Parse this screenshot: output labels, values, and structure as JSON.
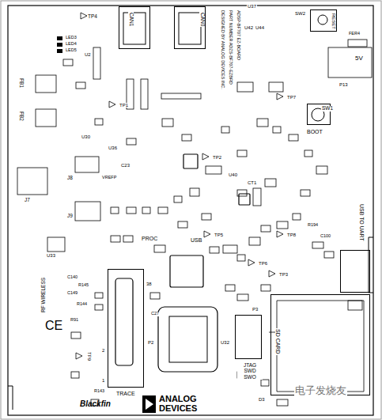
{
  "diagram": {
    "nodes": [
      {
        "text": [
          "CAN1"
        ]
      },
      {
        "text": [
          "CAN0"
        ]
      },
      {
        "text": [
          "RESET"
        ]
      },
      {
        "text": [
          "SW1",
          "BOOT"
        ]
      },
      {
        "text": [
          "USB TO UART"
        ]
      },
      {
        "text": [
          "SD CARD"
        ]
      },
      {
        "text": [
          "JTAG SWD SWO"
        ]
      },
      {
        "text": [
          "TRACE"
        ]
      }
    ],
    "labels": [
      "TP4",
      "LED3",
      "LED4",
      "LED5",
      "U2",
      "ADSP-BF707 EZ-BOARD",
      "PART NUMBER ADZS-BF707-EZBRD",
      "DESIGNED BY ANALOG DEVICES INC.",
      "U37",
      "SW2",
      "U42",
      "U44",
      "FB1",
      "FB2",
      "5V",
      "P13",
      "FER4",
      "U30",
      "U36",
      "C23",
      "J7",
      "J8",
      "VREFP",
      "J9",
      "U33",
      "PROC",
      "USB",
      "RF WIRELESS",
      "C140",
      "R145",
      "C149",
      "R144",
      "R91",
      "CE",
      "TP9",
      "C27",
      "38",
      "1",
      "2",
      "P2",
      "U32",
      "CT1",
      "U40",
      "TP1",
      "TP2",
      "TP5",
      "TP6",
      "TP3",
      "TP7",
      "TP8",
      "R194",
      "C100",
      "R143",
      "D3",
      "P3",
      "Blackfin",
      "ANALOG",
      "DEVICES",
      "电子发烧友"
    ]
  }
}
